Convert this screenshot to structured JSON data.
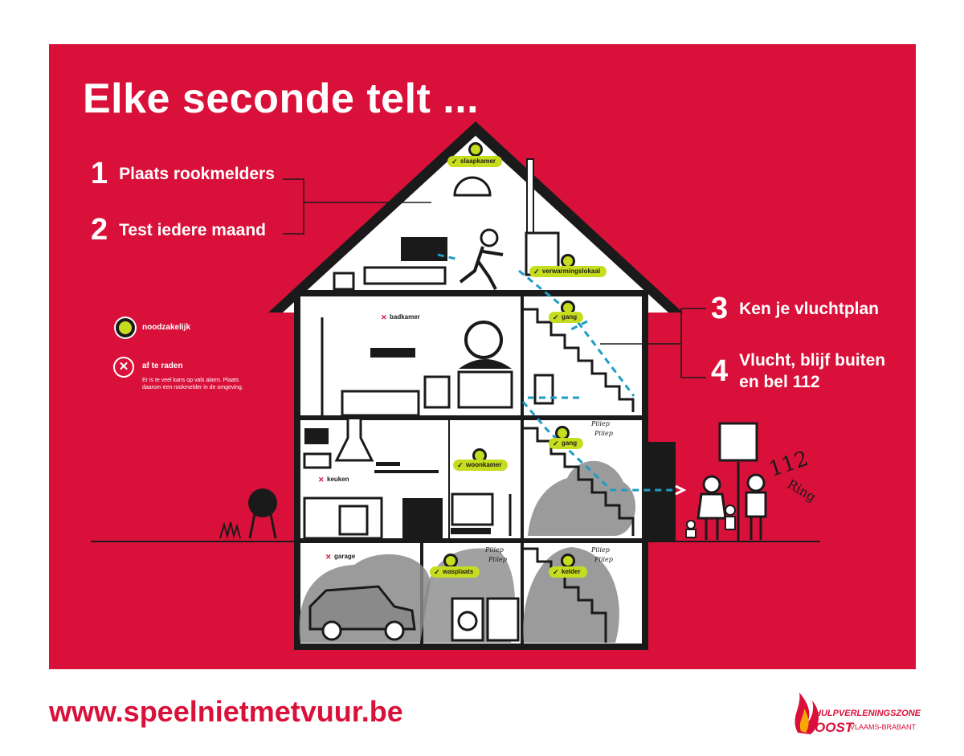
{
  "title": "Elke seconde telt ...",
  "steps": [
    {
      "num": "1",
      "text": "Plaats rookmelders"
    },
    {
      "num": "2",
      "text": "Test iedere maand"
    },
    {
      "num": "3",
      "text": "Ken je vluchtplan"
    },
    {
      "num": "4",
      "text": "Vlucht, blijf buiten en bel 112"
    }
  ],
  "legend": {
    "required_label": "noodzakelijk",
    "discouraged_label": "af te raden",
    "discouraged_note": "Er is te veel kans op vals alarm. Plaats daarom een rookmelder in de omgeving."
  },
  "rooms": {
    "slaapkamer": "slaapkamer",
    "verwarmingslokaal": "verwarmingslokaal",
    "gang_top": "gang",
    "badkamer": "badkamer",
    "gang_mid": "gang",
    "keuken": "keuken",
    "woonkamer": "woonkamer",
    "garage": "garage",
    "wasplaats": "wasplaats",
    "kelder": "kelder"
  },
  "alarm_sound": "Piiiep",
  "phone": {
    "number": "112",
    "ring": "Ring"
  },
  "footer": {
    "url": "www.speelnietmetvuur.be"
  },
  "logo": {
    "line1": "HULPVERLENINGSZONE",
    "line2": "OOST",
    "line3": "VLAAMS-BRABANT"
  },
  "colors": {
    "red": "#d9113a",
    "lime": "#c6dd1f",
    "dark": "#1a1a1a",
    "smoke": "#8a8a8a",
    "route": "#1e9cc4"
  }
}
